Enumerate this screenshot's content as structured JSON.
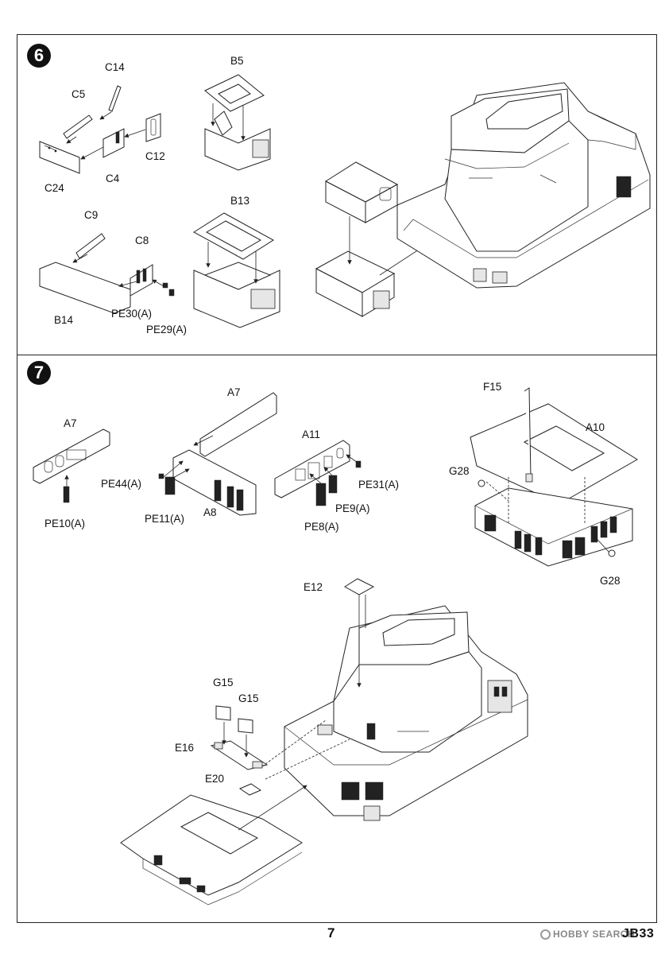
{
  "steps": [
    {
      "number": "6"
    },
    {
      "number": "7"
    }
  ],
  "step6_labels": {
    "c14": "C14",
    "c5": "C5",
    "c12": "C12",
    "c24": "C24",
    "c4": "C4",
    "b5": "B5",
    "c9": "C9",
    "c8": "C8",
    "b13": "B13",
    "b14": "B14",
    "pe30": "PE30(A)",
    "pe29": "PE29(A)"
  },
  "step7_labels": {
    "a7_left": "A7",
    "pe10": "PE10(A)",
    "a7_top": "A7",
    "pe44": "PE44(A)",
    "pe11": "PE11(A)",
    "a8": "A8",
    "a11": "A11",
    "pe31": "PE31(A)",
    "pe9": "PE9(A)",
    "pe8": "PE8(A)",
    "f15": "F15",
    "a10": "A10",
    "g28_left": "G28",
    "g28_right": "G28",
    "e12": "E12",
    "g15_left": "G15",
    "g15_right": "G15",
    "e16": "E16",
    "e20": "E20"
  },
  "footer": {
    "page_number": "7",
    "kit_code": "JB33",
    "watermark": "HOBBY SEARCH"
  }
}
